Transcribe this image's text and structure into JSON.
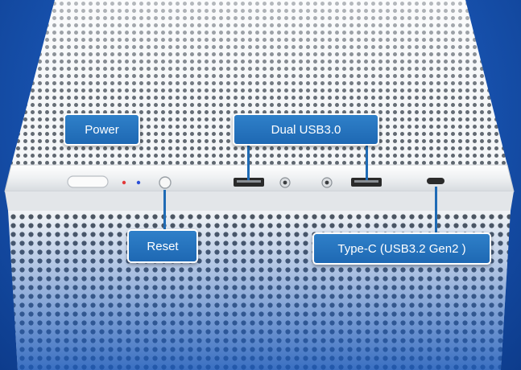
{
  "callouts": {
    "power": "Power",
    "reset": "Reset",
    "dual_usb": "Dual USB3.0",
    "type_c": "Type-C (USB3.2 Gen2 )"
  },
  "colors": {
    "background_blue": "#1a58b8",
    "case_white": "#f2f4f6",
    "callout_fill": "#2f80c9",
    "callout_border": "#ffffff",
    "led_red": "#e23a3a",
    "led_blue": "#2a4fd8"
  }
}
